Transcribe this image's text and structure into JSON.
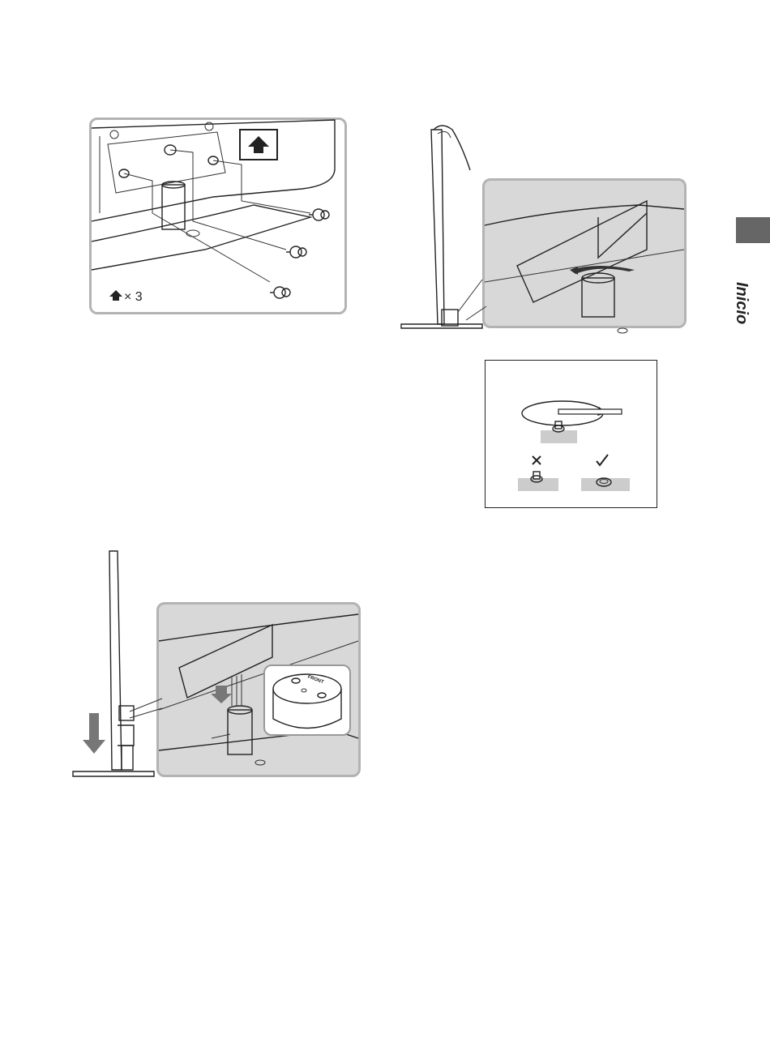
{
  "side_tab": {
    "label": "Inicio"
  },
  "fig1": {
    "screw_count_label": "× 3"
  },
  "fig3": {
    "stand_label": "FRONT"
  },
  "colors": {
    "tab": "#666666",
    "panel_border": "#b3b3b3",
    "detail_bg": "#d8d8d8"
  }
}
